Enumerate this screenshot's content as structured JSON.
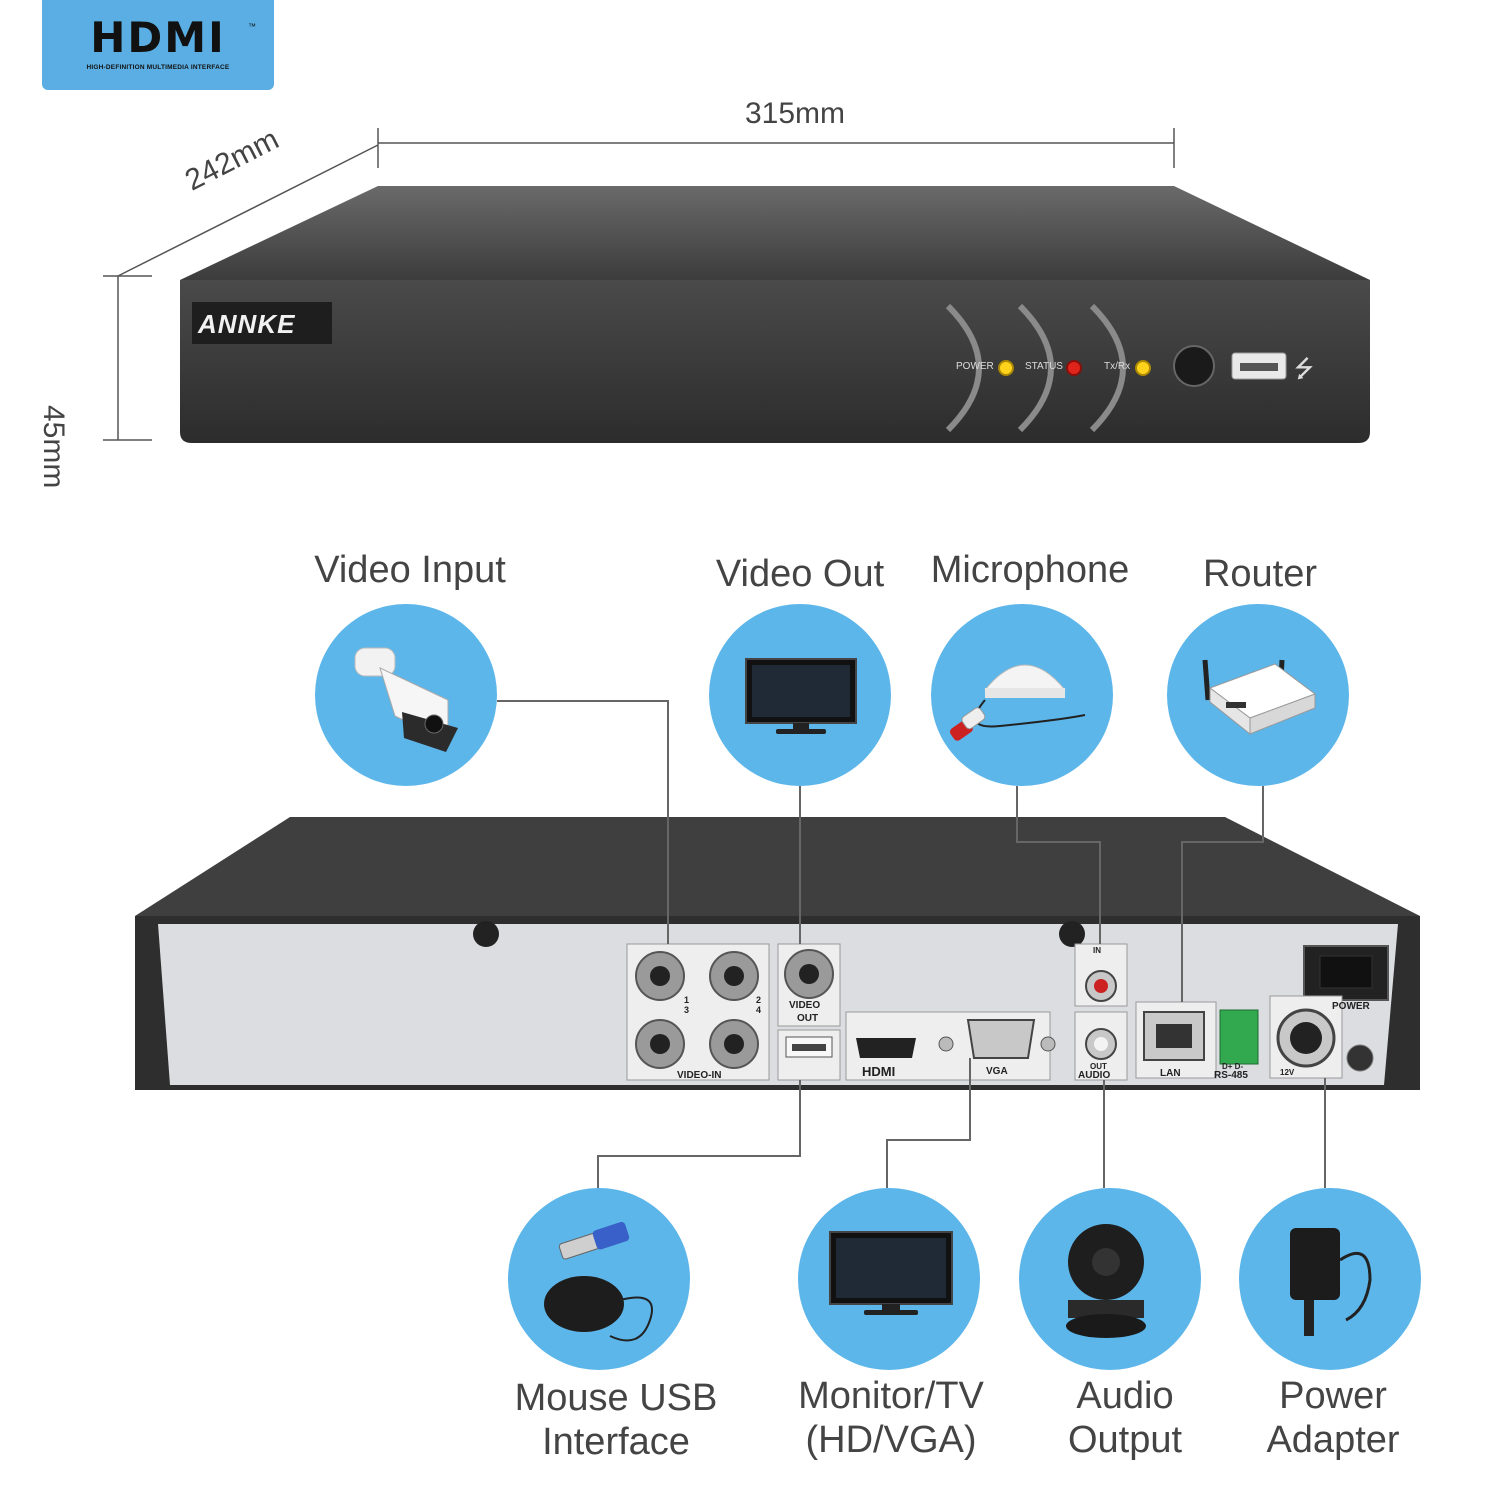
{
  "hdmi_badge": {
    "logo": "HDMI",
    "tm": "™",
    "subtitle": "HIGH-DEFINITION MULTIMEDIA INTERFACE"
  },
  "dimensions": {
    "width": "315mm",
    "depth": "242mm",
    "height": "45mm"
  },
  "front_panel": {
    "brand": "ANNKE",
    "leds": [
      {
        "label": "POWER",
        "color": "#ffd21c"
      },
      {
        "label": "STATUS",
        "color": "#e0241c"
      },
      {
        "label": "Tx/Rx",
        "color": "#ffd21c"
      }
    ]
  },
  "rear_panel": {
    "video_in_label": "VIDEO-IN",
    "video_out_label_1": "VIDEO",
    "video_out_label_2": "OUT",
    "channel_1_3": "1\n3",
    "channel_2_4": "2\n4",
    "hdmi_label": "HDMI",
    "vga_label": "VGA",
    "audio_in_label": "IN",
    "audio_out_label": "OUT",
    "audio_label": "AUDIO",
    "lan_label": "LAN",
    "rs485_label": "RS-485",
    "rs485_top": "D+ D-",
    "power_label": "POWER",
    "dc_label": "12V"
  },
  "top_labels": {
    "video_input": "Video Input",
    "video_out": "Video Out",
    "microphone": "Microphone",
    "router": "Router"
  },
  "bottom_labels": {
    "mouse_line1": "Mouse USB",
    "mouse_line2": "Interface",
    "monitor_line1": "Monitor/TV",
    "monitor_line2": "(HD/VGA)",
    "audio_line1": "Audio",
    "audio_line2": "Output",
    "power_line1": "Power",
    "power_line2": "Adapter"
  },
  "colors": {
    "circle_blue": "#5cb6ea",
    "device_dark": "#3a3a3a",
    "rear_plate": "#dcdde0"
  }
}
